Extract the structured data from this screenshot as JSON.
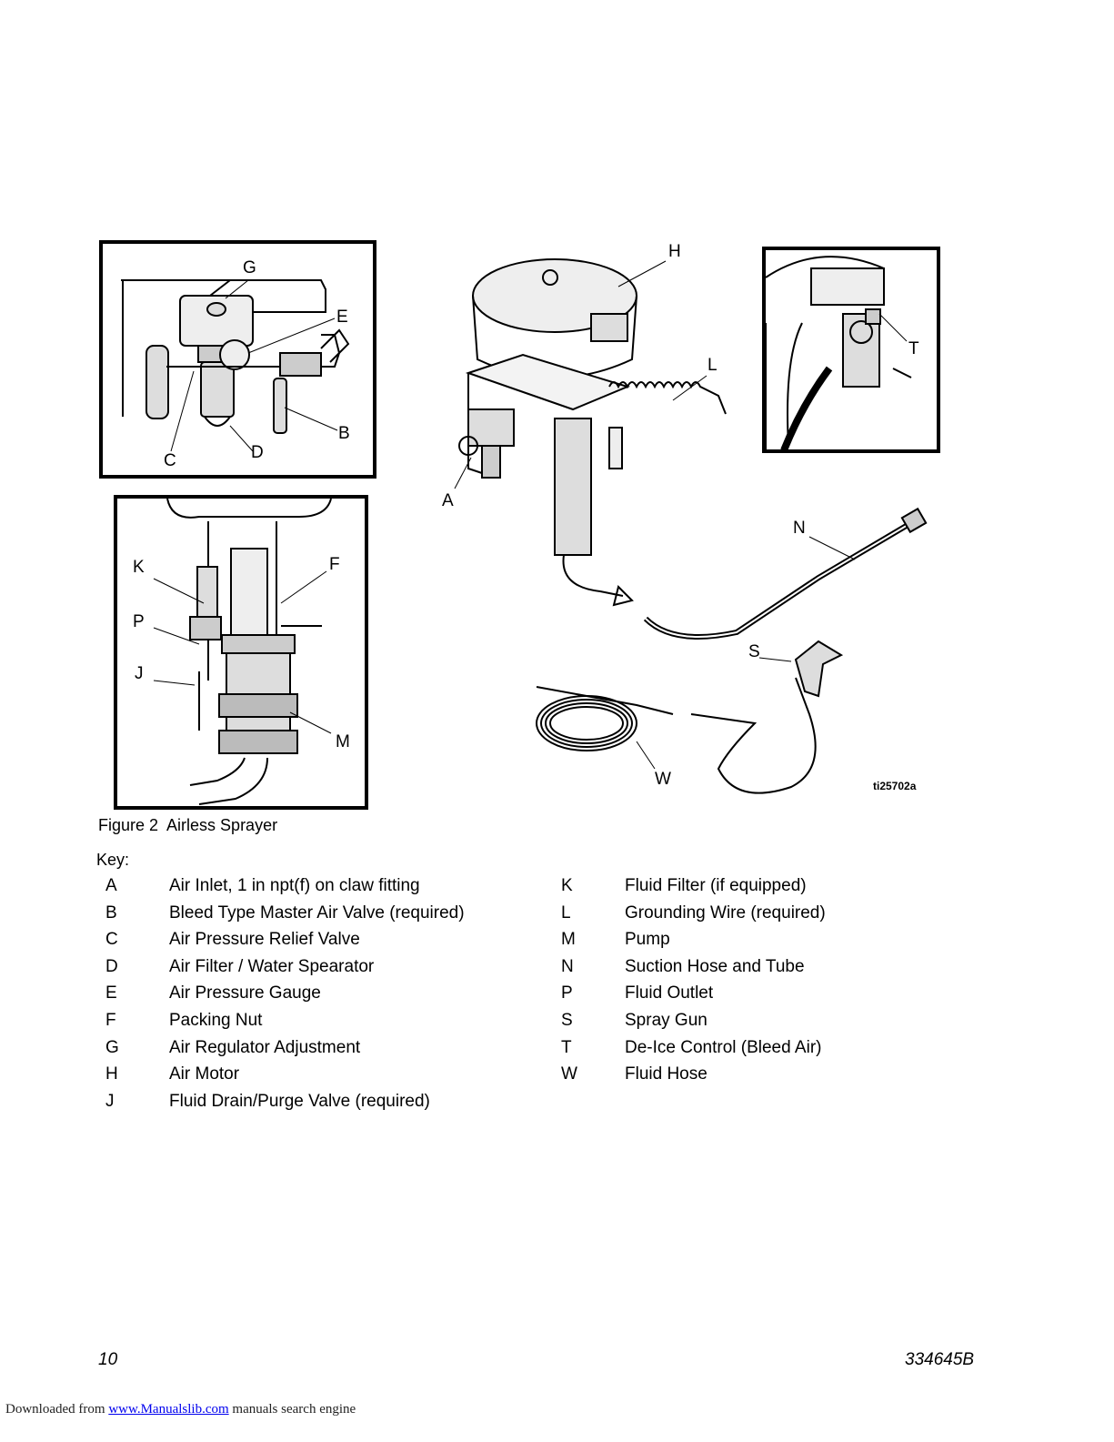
{
  "figure": {
    "callouts": {
      "G": "G",
      "E": "E",
      "B": "B",
      "C": "C",
      "D": "D",
      "K": "K",
      "F": "F",
      "P": "P",
      "J": "J",
      "M": "M",
      "H": "H",
      "L": "L",
      "A": "A",
      "N": "N",
      "S": "S",
      "W": "W",
      "T": "T"
    },
    "image_id": "ti25702a",
    "caption": "Figure 2  Airless Sprayer"
  },
  "key": {
    "heading": "Key",
    "heading_suffix": ":",
    "left": [
      {
        "letter": "A",
        "desc": "Air Inlet, 1 in npt(f) on claw fitting"
      },
      {
        "letter": "B",
        "desc": "Bleed Type Master Air Valve (required)"
      },
      {
        "letter": "C",
        "desc": "Air Pressure Relief Valve"
      },
      {
        "letter": "D",
        "desc": "Air Filter / Water Spearator"
      },
      {
        "letter": "E",
        "desc": "Air Pressure Gauge"
      },
      {
        "letter": "F",
        "desc": "Packing Nut"
      },
      {
        "letter": "G",
        "desc": "Air Regulator Adjustment"
      },
      {
        "letter": "H",
        "desc": "Air Motor"
      },
      {
        "letter": "J",
        "desc": "Fluid Drain/Purge Valve (required)"
      }
    ],
    "right": [
      {
        "letter": "K",
        "desc": "Fluid Filter (if equipped)"
      },
      {
        "letter": "L",
        "desc": "Grounding Wire (required)"
      },
      {
        "letter": "M",
        "desc": "Pump"
      },
      {
        "letter": "N",
        "desc": "Suction Hose and Tube"
      },
      {
        "letter": "P",
        "desc": "Fluid Outlet"
      },
      {
        "letter": "S",
        "desc": "Spray Gun"
      },
      {
        "letter": "T",
        "desc": "De-Ice Control (Bleed Air)"
      },
      {
        "letter": "W",
        "desc": "Fluid Hose"
      }
    ]
  },
  "footer": {
    "page_number": "10",
    "doc_number": "334645B"
  },
  "download_bar": {
    "prefix": "Downloaded from ",
    "link_text": "www.Manualslib.com",
    "suffix": " manuals search engine"
  }
}
